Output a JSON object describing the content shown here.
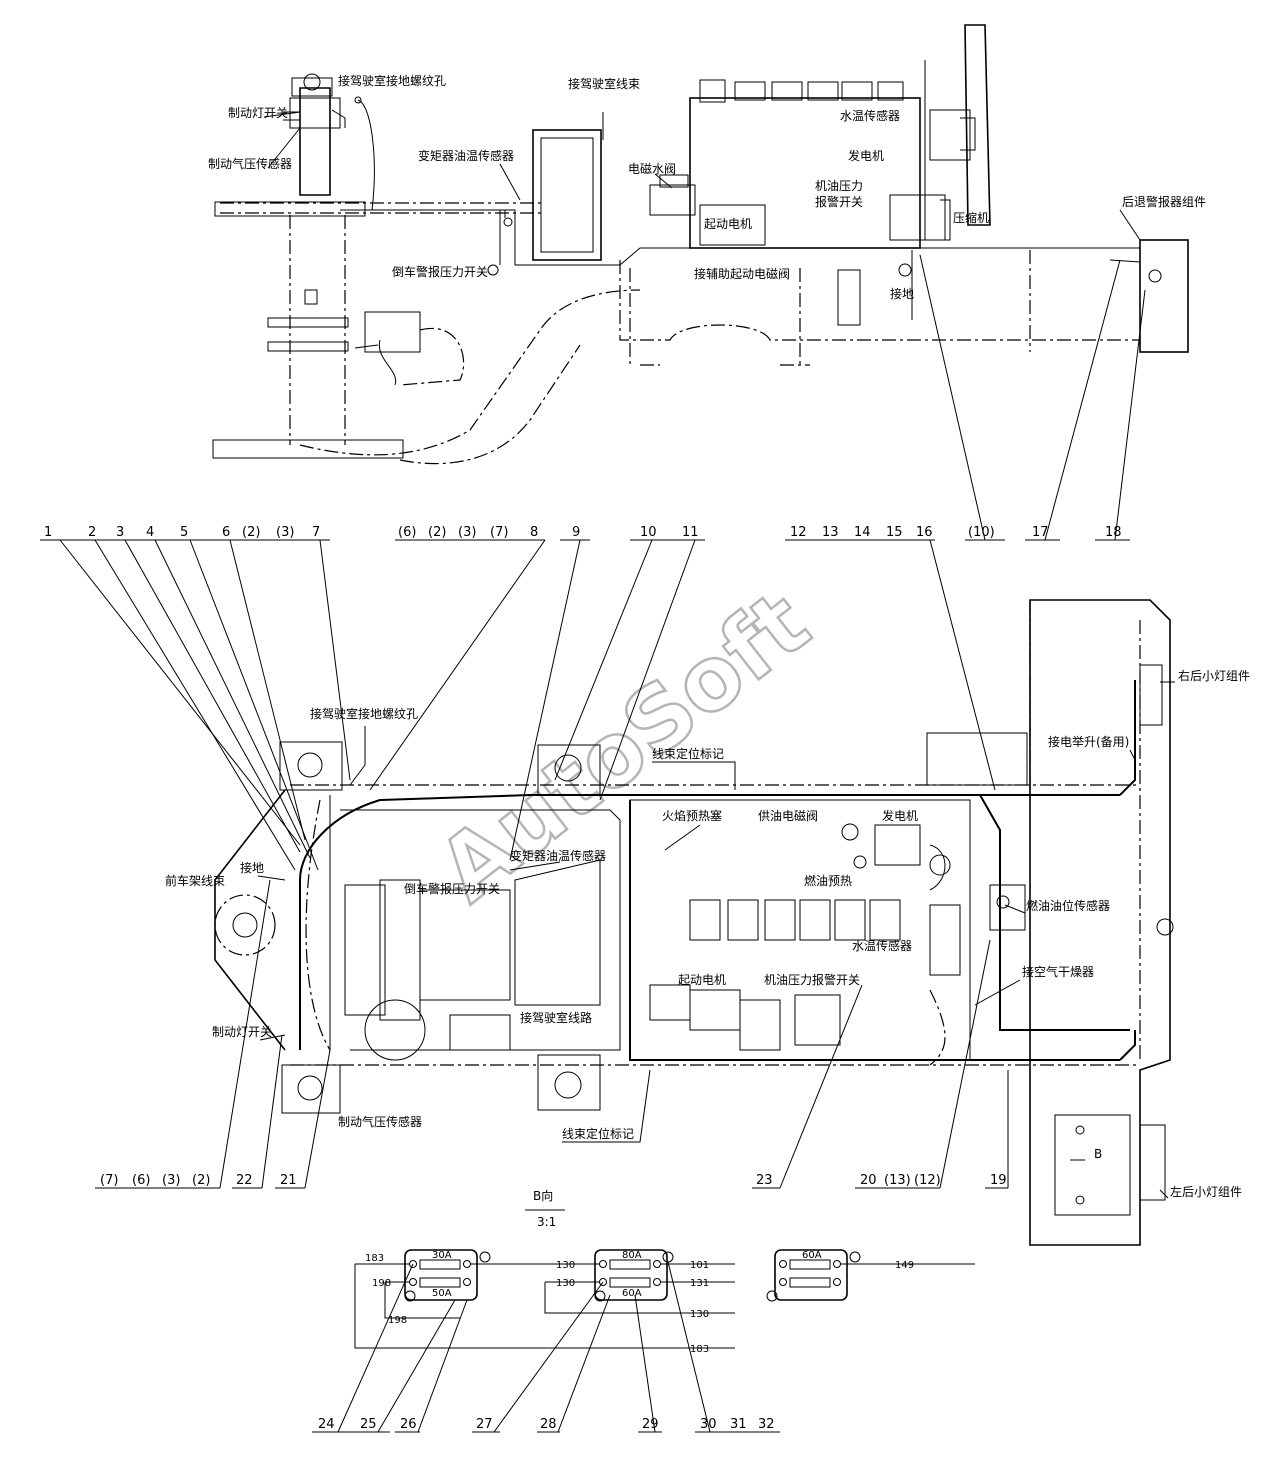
{
  "watermark": "AutoSoft",
  "side_view_labels": {
    "cab_ground_screw_hole": "接驾驶室接地螺纹孔",
    "cab_harness": "接驾驶室线束",
    "brake_light_switch": "制动灯开关",
    "brake_air_pressure_sensor": "制动气压传感器",
    "converter_oil_temp_sensor": "变矩器油温传感器",
    "solenoid_water_valve": "电磁水阀",
    "water_temp_sensor": "水温传感器",
    "generator": "发电机",
    "oil_pressure_alarm_switch_l1": "机油压力",
    "oil_pressure_alarm_switch_l2": "报警开关",
    "reverse_alarm_assembly": "后退警报器组件",
    "starter_motor": "起动电机",
    "compressor": "压缩机",
    "parking_brake_pressure_switch": "倒车警报压力开关",
    "aux_start_solenoid": "接辅助起动电磁阀",
    "ground": "接地"
  },
  "callouts_top": [
    "1",
    "2",
    "3",
    "4",
    "5",
    "6",
    "(2)",
    "(3)",
    "7",
    "(6)",
    "(2)",
    "(3)",
    "(7)",
    "8",
    "9",
    "10",
    "11",
    "12",
    "13",
    "14",
    "15",
    "16",
    "(10)",
    "17",
    "18"
  ],
  "callouts_bottom": [
    "(7)",
    "(6)",
    "(3)",
    "(2)",
    "22",
    "21",
    "23",
    "20",
    "(13)",
    "(12)",
    "19"
  ],
  "callouts_fuse": [
    "24",
    "25",
    "26",
    "27",
    "28",
    "29",
    "30",
    "31",
    "32"
  ],
  "plan_view_labels": {
    "cab_ground_screw_hole": "接驾驶室接地螺纹孔",
    "harness_position_mark_top": "线束定位标记",
    "right_rear_lamp": "右后小灯组件",
    "power_lift_spare": "接电举升(备用)",
    "flame_preheat_plug": "火焰预热塞",
    "fuel_solenoid_valve": "供油电磁阀",
    "generator": "发电机",
    "ground": "接地",
    "converter_oil_temp_sensor": "变矩器油温传感器",
    "front_frame_harness": "前车架线束",
    "parking_brake_pressure_switch": "倒车警报压力开关",
    "fuel_preheat": "燃油预热",
    "fuel_level_sensor": "燃油油位传感器",
    "water_temp_sensor": "水温传感器",
    "air_dryer": "接空气干燥器",
    "starter_motor": "起动电机",
    "oil_pressure_alarm_switch": "机油压力报警开关",
    "brake_light_switch": "制动灯开关",
    "cab_line": "接驾驶室线路",
    "brake_air_pressure_sensor": "制动气压传感器",
    "harness_position_mark_bottom": "线束定位标记",
    "left_rear_lamp": "左后小灯组件",
    "view_b_marker": "B"
  },
  "view_b": {
    "title": "B向",
    "scale": "3:1"
  },
  "fuse_boxes": [
    {
      "top": "30A",
      "bottom": "50A"
    },
    {
      "top": "80A",
      "bottom": "60A"
    },
    {
      "top": "60A",
      "bottom": ""
    }
  ],
  "wire_numbers": {
    "w183a": "183",
    "w198a": "198",
    "w198b": "198",
    "w130a": "130",
    "w130b": "130",
    "w101": "101",
    "w131": "131",
    "w130c": "130",
    "w183b": "183",
    "w149": "149"
  }
}
